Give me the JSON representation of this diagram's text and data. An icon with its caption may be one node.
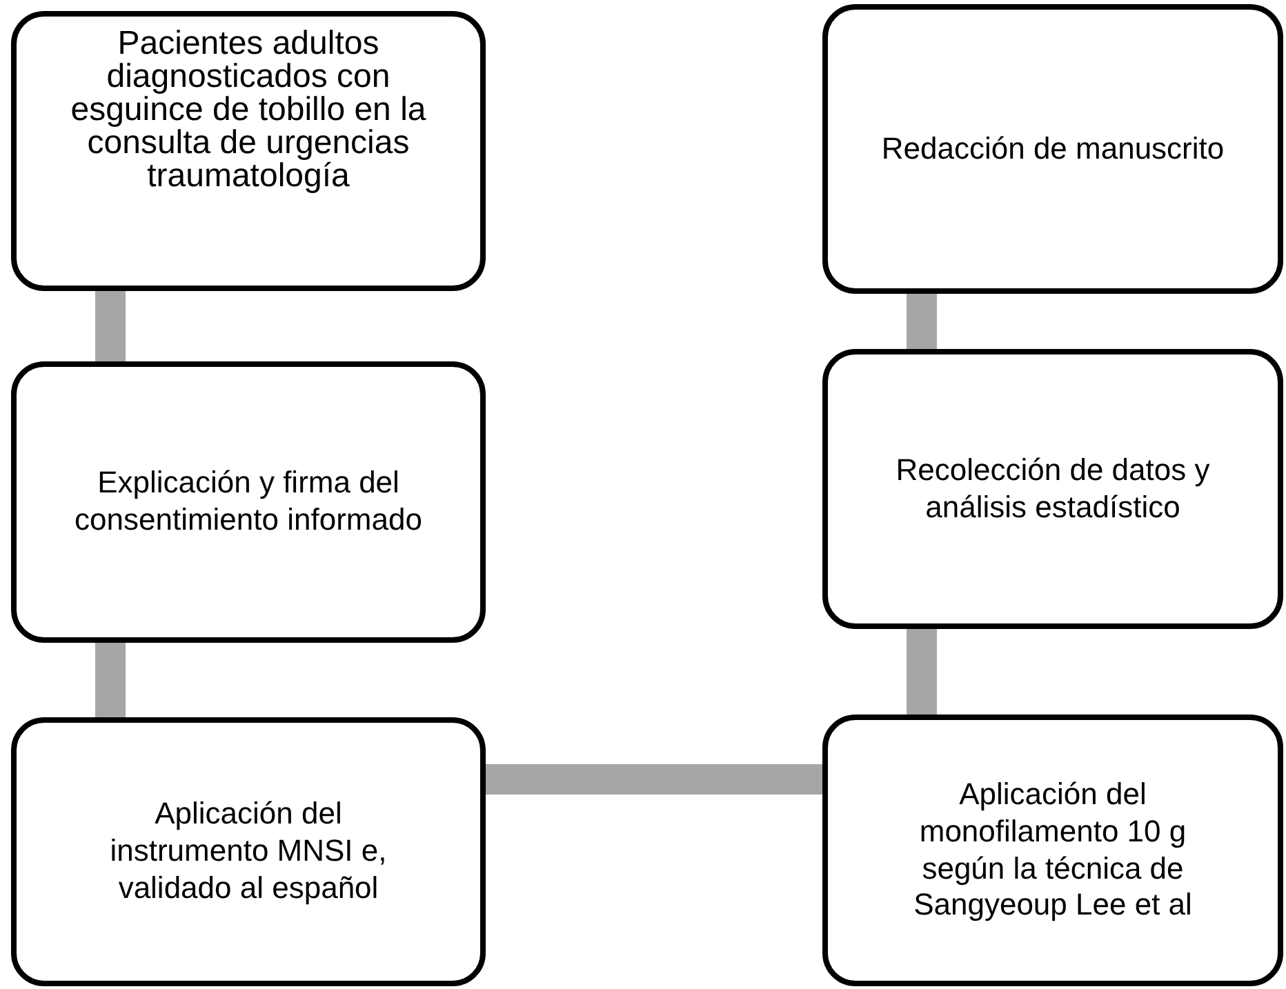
{
  "diagram": {
    "nodes": [
      {
        "text": [
          "Pacientes adultos diagnosticados con esguince de tobillo en la consulta de urgencias traumatología"
        ]
      },
      {
        "text": [
          "Explicación y firma del consentimiento informado"
        ]
      },
      {
        "text": [
          "Aplicación del instrumento MNSI e, validado al español"
        ]
      },
      {
        "text": [
          "Aplicación del monofilamento 10 g según la técnica de Sangyeoup Lee et al"
        ]
      },
      {
        "text": [
          "Recolección de datos y análisis estadístico"
        ]
      },
      {
        "text": [
          "Redacción de manuscrito"
        ]
      }
    ],
    "edges": [
      {
        "from": 0,
        "to": 1,
        "arrow": "none"
      },
      {
        "from": 1,
        "to": 2,
        "arrow": "none"
      },
      {
        "from": 2,
        "to": 3,
        "arrow": "none"
      },
      {
        "from": 3,
        "to": 4,
        "arrow": "none"
      },
      {
        "from": 4,
        "to": 5,
        "arrow": "none"
      }
    ]
  }
}
